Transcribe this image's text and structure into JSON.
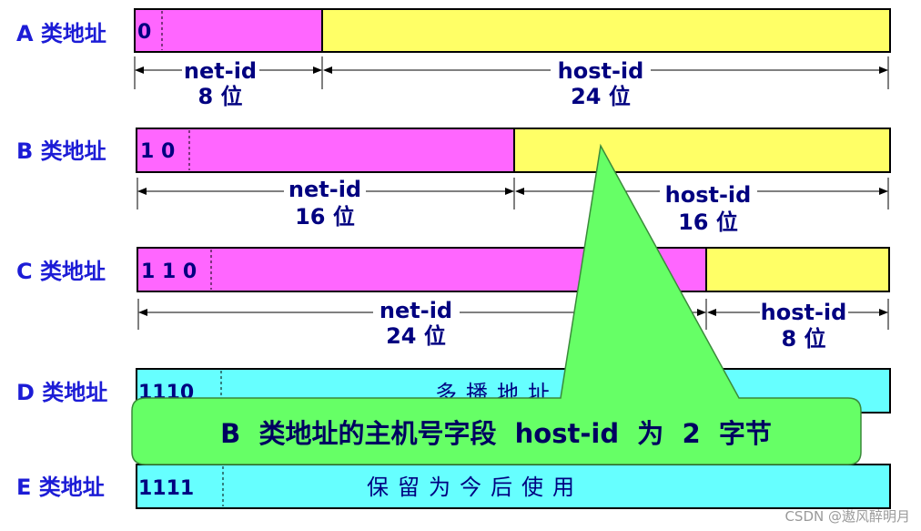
{
  "classes": [
    {
      "label": "A 类地址",
      "prefix": "0",
      "net_label": "net-id",
      "net_bits": "8 位",
      "host_label": "host-id",
      "host_bits": "24 位"
    },
    {
      "label": "B 类地址",
      "prefix": "1 0",
      "net_label": "net-id",
      "net_bits": "16 位",
      "host_label": "host-id",
      "host_bits": "16 位"
    },
    {
      "label": "C 类地址",
      "prefix": "1 1 0",
      "net_label": "net-id",
      "net_bits": "24 位",
      "host_label": "host-id",
      "host_bits": "8 位"
    },
    {
      "label": "D 类地址",
      "prefix": "1110",
      "desc": "多播地址"
    },
    {
      "label": "E 类地址",
      "prefix": "1111",
      "desc": "保留为今后使用"
    }
  ],
  "callout": "B  类地址的主机号字段  host-id  为  2  字节",
  "watermark": "CSDN @遨风醉明月",
  "colors": {
    "net": "#ff66ff",
    "host": "#ffff66",
    "special": "#66ffff",
    "callout": "#66ff66",
    "label": "#1c1cd6",
    "text": "#000080"
  }
}
